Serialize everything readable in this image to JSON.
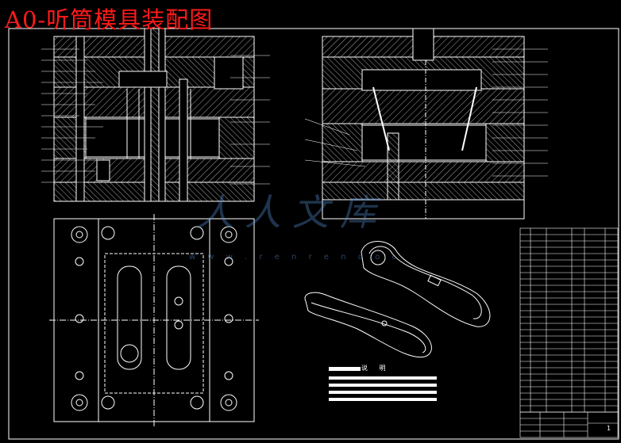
{
  "drawing": {
    "title": "A0-听筒模具装配图",
    "technical_requirements_title": "说 明",
    "sheet_number": "1",
    "watermark": {
      "text": "人人文库",
      "url": "w w w . r e n r e n d o c"
    }
  },
  "colors": {
    "background": "#000000",
    "lines": "#ffffff",
    "title": "#ff1a1a",
    "watermark": "#5a96dc"
  }
}
